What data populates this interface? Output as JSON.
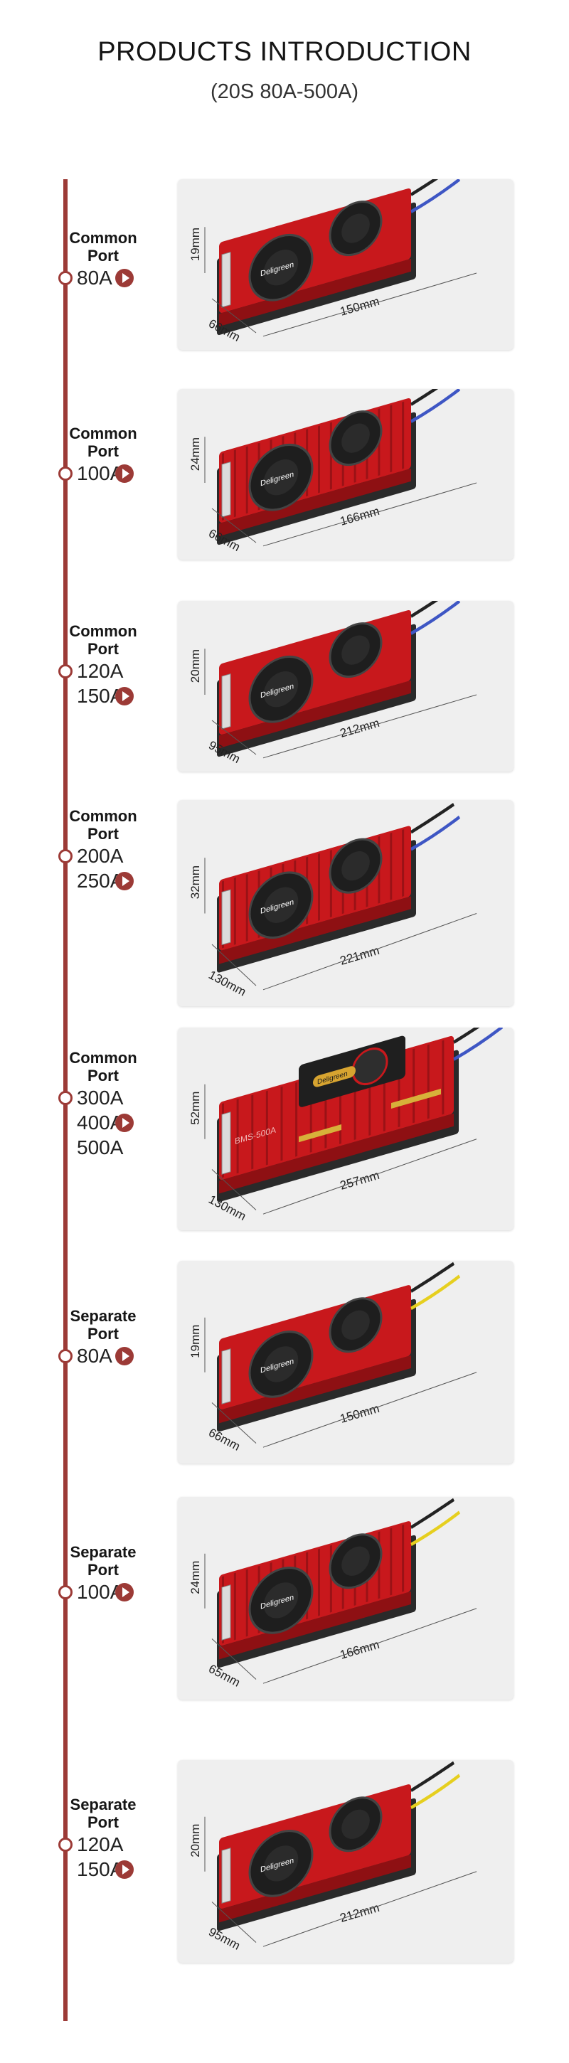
{
  "header": {
    "title": "PRODUCTS INTRODUCTION",
    "subtitle": "(20S 80A-500A)"
  },
  "colors": {
    "accent": "#9c3a36",
    "board": "#c8181c",
    "card_bg": "#efefef"
  },
  "brand": "Deligreen",
  "products": [
    {
      "label": [
        "Common",
        "Port"
      ],
      "ratings": [
        "80A"
      ],
      "dims": {
        "height": "19mm",
        "width": "66mm",
        "length": "150mm"
      }
    },
    {
      "label": [
        "Common",
        "Port"
      ],
      "ratings": [
        "100A"
      ],
      "dims": {
        "height": "24mm",
        "width": "66mm",
        "length": "166mm"
      }
    },
    {
      "label": [
        "Common",
        "Port"
      ],
      "ratings": [
        "120A",
        "150A"
      ],
      "dims": {
        "height": "20mm",
        "width": "95mm",
        "length": "212mm"
      }
    },
    {
      "label": [
        "Common",
        "Port"
      ],
      "ratings": [
        "200A",
        "250A"
      ],
      "dims": {
        "height": "32mm",
        "width": "130mm",
        "length": "221mm"
      }
    },
    {
      "label": [
        "Common",
        "Port"
      ],
      "ratings": [
        "300A",
        "400A",
        "500A"
      ],
      "dims": {
        "height": "52mm",
        "width": "130mm",
        "length": "257mm"
      },
      "model": "BMS-500A"
    },
    {
      "label": [
        "Separate",
        "Port"
      ],
      "ratings": [
        "80A"
      ],
      "dims": {
        "height": "19mm",
        "width": "66mm",
        "length": "150mm"
      }
    },
    {
      "label": [
        "Separate",
        "Port"
      ],
      "ratings": [
        "100A"
      ],
      "dims": {
        "height": "24mm",
        "width": "65mm",
        "length": "166mm"
      }
    },
    {
      "label": [
        "Separate",
        "Port"
      ],
      "ratings": [
        "120A",
        "150A"
      ],
      "dims": {
        "height": "20mm",
        "width": "95mm",
        "length": "212mm"
      }
    }
  ]
}
